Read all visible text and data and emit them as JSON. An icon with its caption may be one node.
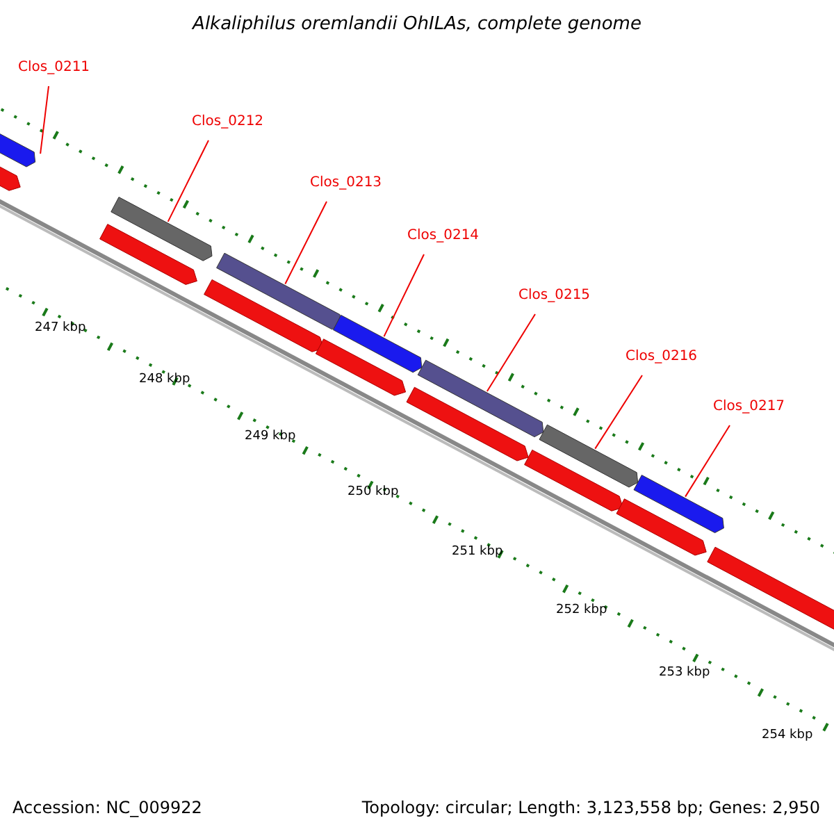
{
  "diagram": {
    "title": "Alkaliphilus oremlandii OhILAs, complete genome",
    "nodes": [
      {
        "text": [
          "Clos_0211"
        ]
      },
      {
        "text": [
          "Clos_0212"
        ]
      },
      {
        "text": [
          "Clos_0213"
        ]
      },
      {
        "text": [
          "Clos_0214"
        ]
      },
      {
        "text": [
          "Clos_0215"
        ]
      },
      {
        "text": [
          "Clos_0216"
        ]
      },
      {
        "text": [
          "Clos_0217"
        ]
      },
      {
        "text": [],
        "shape": "bar"
      },
      {
        "text": [],
        "shape": "bar"
      },
      {
        "text": [],
        "shape": "bar"
      },
      {
        "text": [],
        "shape": "bar"
      },
      {
        "text": [],
        "shape": "bar"
      },
      {
        "text": [],
        "shape": "bar"
      },
      {
        "text": [],
        "shape": "bar"
      },
      {
        "text": [],
        "shape": "bar"
      },
      {
        "text": [],
        "shape": "bar"
      },
      {
        "text": [],
        "shape": "bar"
      },
      {
        "text": [],
        "shape": "bar"
      },
      {
        "text": [],
        "shape": "bar"
      },
      {
        "text": [],
        "shape": "bar"
      },
      {
        "text": [],
        "shape": "bar"
      },
      {
        "text": [],
        "shape": "bar"
      }
    ],
    "edges": [
      {
        "from": 0,
        "to": 7,
        "arrow": "none"
      },
      {
        "from": 1,
        "to": 8,
        "arrow": "none"
      },
      {
        "from": 2,
        "to": 9,
        "arrow": "none"
      },
      {
        "from": 3,
        "to": 10,
        "arrow": "none"
      },
      {
        "from": 4,
        "to": 11,
        "arrow": "none"
      },
      {
        "from": 5,
        "to": 12,
        "arrow": "none"
      },
      {
        "from": 6,
        "to": 13,
        "arrow": "none"
      }
    ],
    "labels": [
      "247 kbp",
      "248 kbp",
      "249 kbp",
      "250 kbp",
      "251 kbp",
      "252 kbp",
      "253 kbp",
      "254 kbp",
      "Accession: NC_009922",
      "Topology: circular; Length: 3,123,558 bp; Genes: 2,950"
    ]
  }
}
